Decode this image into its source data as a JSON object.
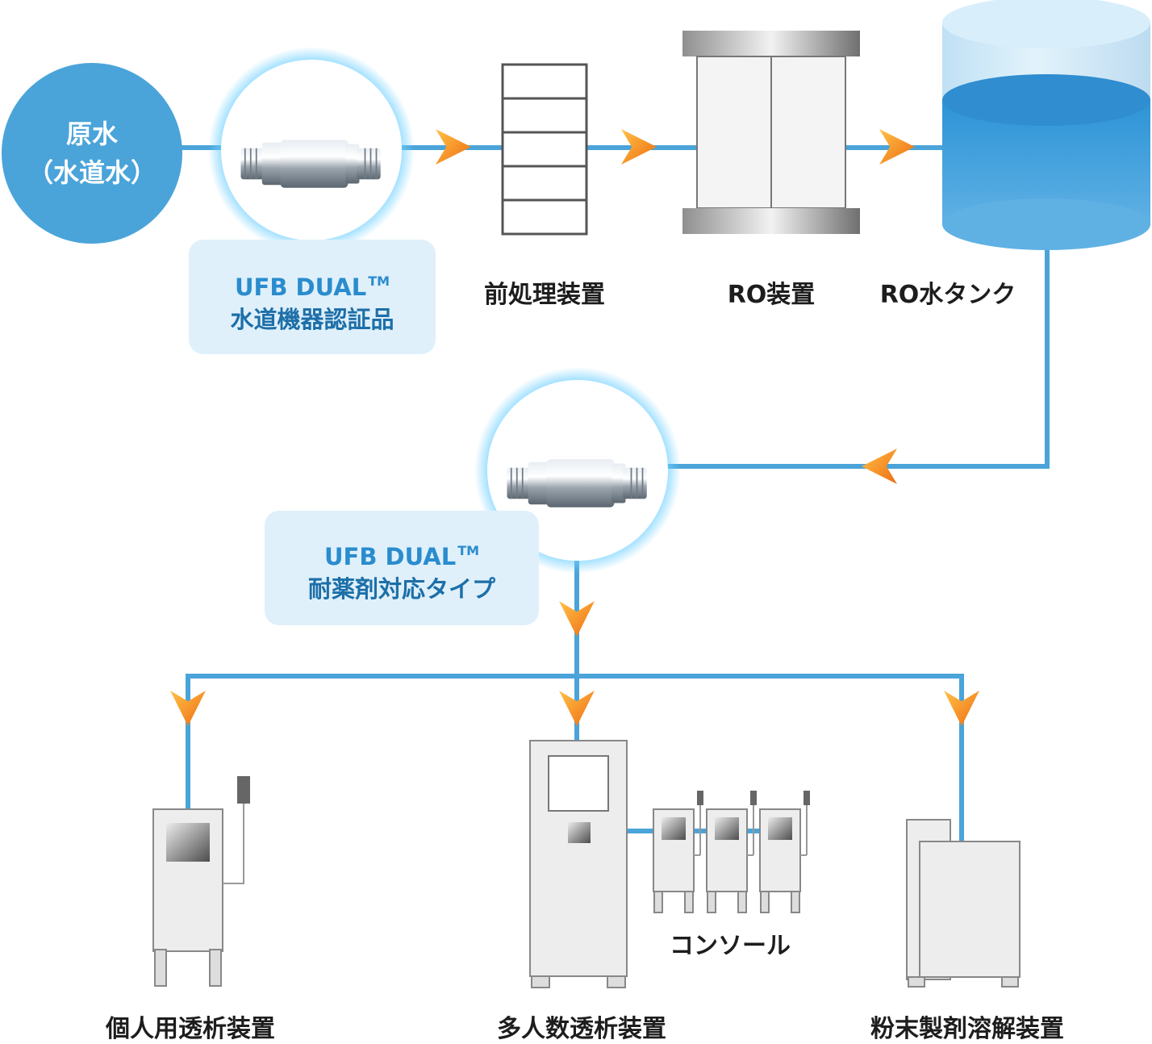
{
  "source": {
    "line1": "原水",
    "line2": "（水道水）"
  },
  "device_labels": {
    "pretreatment": "前処理装置",
    "ro_unit": "RO装置",
    "ro_tank": "RO水タンク"
  },
  "ufb_tap": {
    "name": "UFB DUAL",
    "tm": "TM",
    "subtitle": "水道機器認証品"
  },
  "ufb_chem": {
    "name": "UFB DUAL",
    "tm": "TM",
    "subtitle": "耐薬剤対応タイプ"
  },
  "endpoints": {
    "personal": "個人用透析装置",
    "multi": "多人数透析装置",
    "console": "コンソール",
    "powder": "粉末製剤溶解装置"
  },
  "colors": {
    "pipe": "#4aa4d9",
    "arrow": "#f08a1c",
    "badge_bg": "#dff0fb",
    "badge_text": "#2a8ccd"
  }
}
